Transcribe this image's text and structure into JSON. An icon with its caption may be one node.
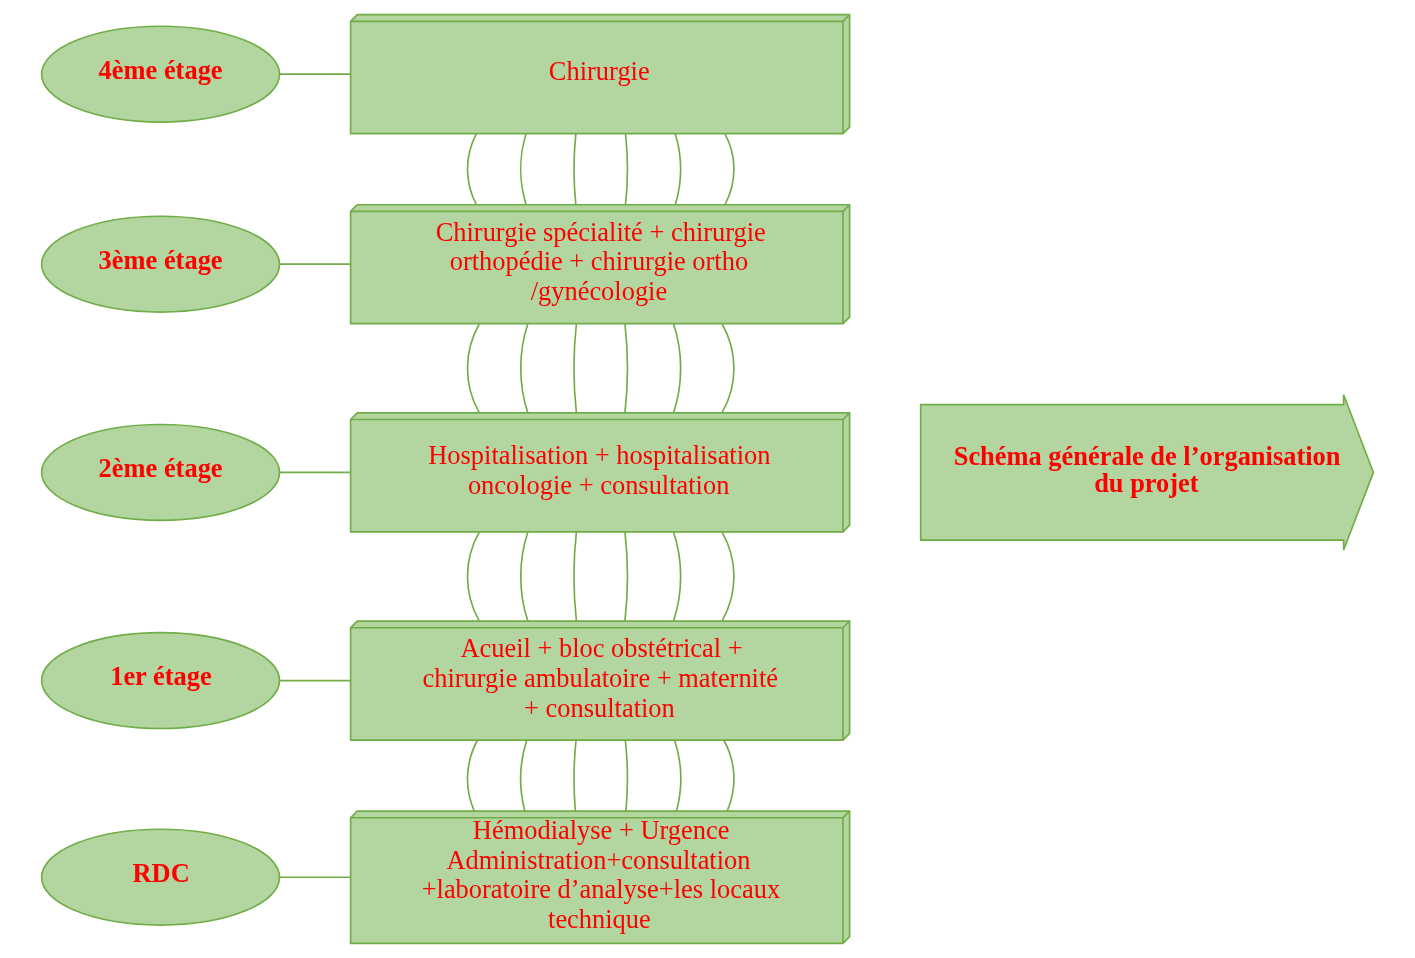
{
  "diagram": {
    "nodes": [
      {
        "text": [
          "Chirurgie"
        ]
      },
      {
        "text": [
          "Chirurgie spécialité + chirurgie orthopédie + chirurgie ortho /gynécologie"
        ]
      },
      {
        "text": [
          "Hospitalisation + hospitalisation oncologie + consultation"
        ]
      },
      {
        "text": [
          "Acueil + bloc obstétrical + chirurgie ambulatoire + maternité + consultation"
        ]
      },
      {
        "text": [
          "Hémodialyse + Urgence Administration+consultation +laboratoire d’analyse+les locaux technique"
        ]
      },
      {
        "text": [
          "4ème étage"
        ]
      },
      {
        "text": [
          "3ème étage"
        ]
      },
      {
        "text": [
          "2ème étage"
        ]
      },
      {
        "text": [
          "1er étage"
        ]
      },
      {
        "text": [
          "RDC"
        ]
      },
      {
        "text": [
          "Schéma générale de l’organisation du projet"
        ]
      }
    ],
    "edges": [
      {
        "from": 0,
        "to": 1,
        "arrow": "none"
      },
      {
        "from": 0,
        "to": 1,
        "arrow": "none"
      },
      {
        "from": 0,
        "to": 1,
        "arrow": "none"
      },
      {
        "from": 0,
        "to": 1,
        "arrow": "none"
      },
      {
        "from": 0,
        "to": 1,
        "arrow": "none"
      },
      {
        "from": 0,
        "to": 1,
        "arrow": "none"
      },
      {
        "from": 1,
        "to": 2,
        "arrow": "none"
      },
      {
        "from": 1,
        "to": 2,
        "arrow": "none"
      },
      {
        "from": 1,
        "to": 2,
        "arrow": "none"
      },
      {
        "from": 1,
        "to": 2,
        "arrow": "none"
      },
      {
        "from": 1,
        "to": 2,
        "arrow": "none"
      },
      {
        "from": 1,
        "to": 2,
        "arrow": "none"
      },
      {
        "from": 2,
        "to": 3,
        "arrow": "none"
      },
      {
        "from": 2,
        "to": 3,
        "arrow": "none"
      },
      {
        "from": 2,
        "to": 3,
        "arrow": "none"
      },
      {
        "from": 2,
        "to": 3,
        "arrow": "none"
      },
      {
        "from": 2,
        "to": 3,
        "arrow": "none"
      },
      {
        "from": 2,
        "to": 3,
        "arrow": "none"
      },
      {
        "from": 3,
        "to": 4,
        "arrow": "none"
      },
      {
        "from": 3,
        "to": 4,
        "arrow": "none"
      },
      {
        "from": 3,
        "to": 4,
        "arrow": "none"
      },
      {
        "from": 3,
        "to": 4,
        "arrow": "none"
      },
      {
        "from": 3,
        "to": 4,
        "arrow": "none"
      },
      {
        "from": 3,
        "to": 4,
        "arrow": "none"
      },
      {
        "from": 5,
        "to": 0,
        "arrow": "none"
      },
      {
        "from": 6,
        "to": 1,
        "arrow": "none"
      },
      {
        "from": 7,
        "to": 2,
        "arrow": "none"
      },
      {
        "from": 8,
        "to": 3,
        "arrow": "none"
      },
      {
        "from": 9,
        "to": 4,
        "arrow": "none"
      }
    ]
  }
}
